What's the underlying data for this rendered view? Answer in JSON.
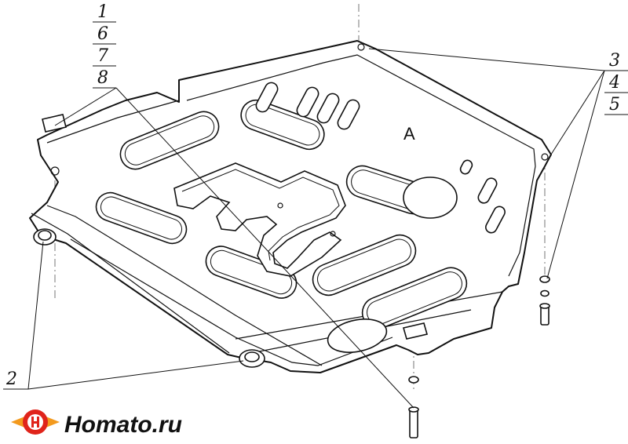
{
  "callouts": {
    "left_stack": [
      "1",
      "6",
      "7",
      "8"
    ],
    "right_stack": [
      "3",
      "4",
      "5"
    ],
    "bottom_left": "2"
  },
  "plate_marking": "A",
  "logo": {
    "text": "Homato.ru",
    "colors": {
      "red": "#e0241b",
      "orange": "#f39a1e",
      "dark": "#111111"
    }
  }
}
